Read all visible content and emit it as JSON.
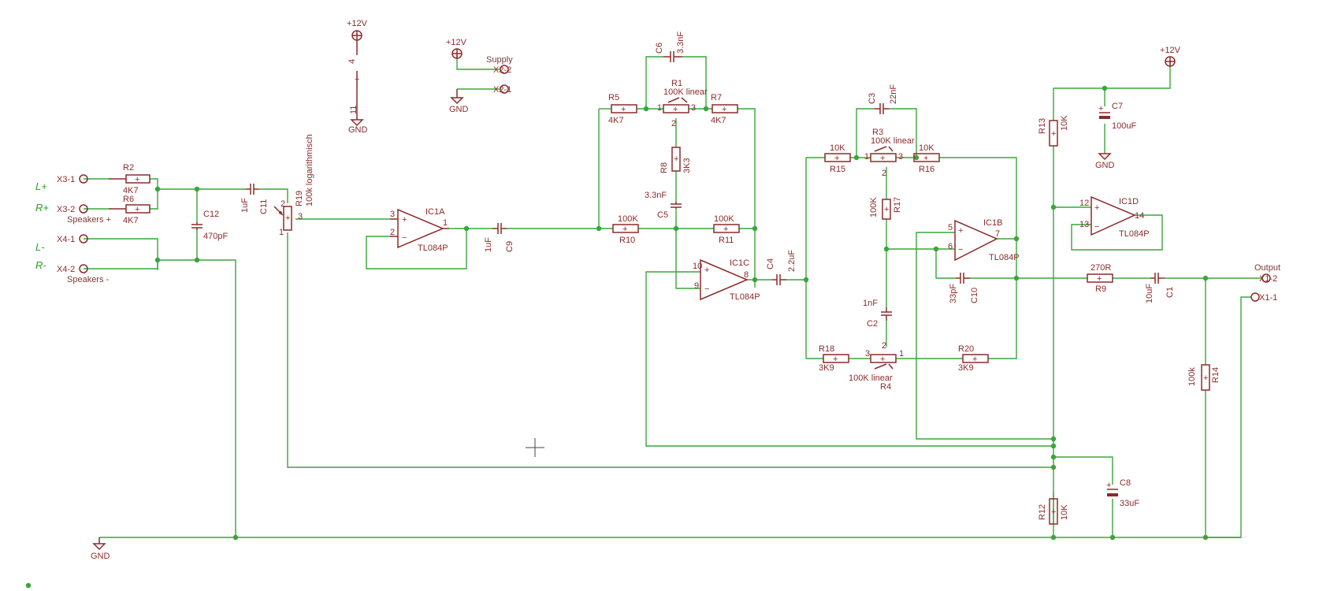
{
  "diagram": {
    "terminals": {
      "x31": "X3-1",
      "x32": "X3-2",
      "x41": "X4-1",
      "x42": "X4-2",
      "x22": "X2-2",
      "x21": "X2-1",
      "x12": "X1-2",
      "x11": "X1-1"
    },
    "input_labels": {
      "l_plus": "L+",
      "r_plus": "R+",
      "l_minus": "L-",
      "r_minus": "R-"
    },
    "notes": {
      "spk_plus": "Speakers +",
      "spk_minus": "Speakers -",
      "supply": "Supply",
      "output": "Output",
      "gnd": "GND",
      "vcc": "+12V",
      "pin4": "4",
      "pin11": "11",
      "pwr_plus": "+"
    },
    "resistors": {
      "r2": [
        "R2",
        "4K7"
      ],
      "r6": [
        "R6",
        "4K7"
      ],
      "r5": [
        "R5",
        "4K7"
      ],
      "r7": [
        "R7",
        "4K7"
      ],
      "r8": [
        "R8",
        "3K3"
      ],
      "r10": [
        "R10",
        "100K"
      ],
      "r11": [
        "R11",
        "100K"
      ],
      "r15": [
        "R15",
        "10K"
      ],
      "r16": [
        "R16",
        "10K"
      ],
      "r17": [
        "R17",
        "100K"
      ],
      "r18": [
        "R18",
        "3K9"
      ],
      "r20": [
        "R20",
        "3K9"
      ],
      "r9": [
        "R9",
        "270R"
      ],
      "r13": [
        "R13",
        "10K"
      ],
      "r12": [
        "R12",
        "10K"
      ],
      "r14": [
        "R14",
        "100k"
      ]
    },
    "pots": {
      "r19": [
        "R19",
        "100k logarithmisch"
      ],
      "r1": [
        "R1",
        "100K linear"
      ],
      "r3": [
        "R3",
        "100K linear"
      ],
      "r4": [
        "R4",
        "100K linear"
      ]
    },
    "caps": {
      "c12": [
        "C12",
        "470pF"
      ],
      "c11": [
        "C11",
        "1uF"
      ],
      "c9": [
        "C9",
        "1uF"
      ],
      "c6": [
        "C6",
        "3.3nF"
      ],
      "c5": [
        "C5",
        "3.3nF"
      ],
      "c4": [
        "C4",
        "2.2uF"
      ],
      "c3": [
        "C3",
        "22nF"
      ],
      "c2": [
        "C2",
        "1nF"
      ],
      "c10": [
        "C10",
        "33pF"
      ],
      "c1": [
        "C1",
        "10uF"
      ],
      "c7": [
        "C7",
        "100uF"
      ],
      "c8": [
        "C8",
        "33uF"
      ]
    },
    "opamps": {
      "ic1a": [
        "IC1A",
        "TL084P"
      ],
      "ic1b": [
        "IC1B",
        "TL084P"
      ],
      "ic1c": [
        "IC1C",
        "TL084P"
      ],
      "ic1d": [
        "IC1D",
        "TL084P"
      ]
    },
    "pins": {
      "ic1a": [
        "3",
        "2",
        "1"
      ],
      "ic1c": [
        "10",
        "9",
        "8"
      ],
      "ic1b": [
        "5",
        "6",
        "7"
      ],
      "ic1d": [
        "12",
        "13",
        "14"
      ],
      "pot": [
        "1",
        "2",
        "3"
      ]
    }
  }
}
